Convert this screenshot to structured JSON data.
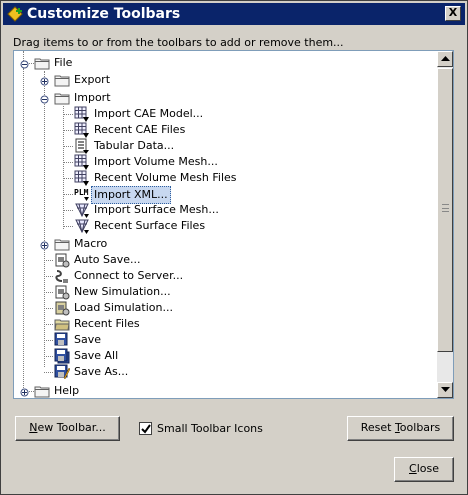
{
  "window": {
    "title": "Customize Toolbars",
    "close_glyph": "X"
  },
  "instructions": "Drag items to or from the toolbars to add or remove them...",
  "tree": {
    "items": [
      {
        "label": "File",
        "icon": "folder-icon"
      },
      {
        "label": "Export",
        "icon": "folder-icon"
      },
      {
        "label": "Import",
        "icon": "folder-icon"
      },
      {
        "label": "Import CAE Model...",
        "icon": "import-cae-icon"
      },
      {
        "label": "Recent CAE Files",
        "icon": "recent-cae-icon"
      },
      {
        "label": "Tabular Data...",
        "icon": "tabular-data-icon"
      },
      {
        "label": "Import Volume Mesh...",
        "icon": "volume-mesh-icon"
      },
      {
        "label": "Recent Volume Mesh Files",
        "icon": "recent-volume-mesh-icon"
      },
      {
        "label": "Import XML...",
        "icon": "plm-xml-icon",
        "icon_text": "PLM",
        "selected": true
      },
      {
        "label": "Import Surface Mesh...",
        "icon": "surface-mesh-icon"
      },
      {
        "label": "Recent Surface Files",
        "icon": "recent-surface-icon"
      },
      {
        "label": "Macro",
        "icon": "folder-icon"
      },
      {
        "label": "Auto Save...",
        "icon": "auto-save-icon"
      },
      {
        "label": "Connect to Server...",
        "icon": "connect-server-icon"
      },
      {
        "label": "New Simulation...",
        "icon": "new-simulation-icon"
      },
      {
        "label": "Load Simulation...",
        "icon": "load-simulation-icon"
      },
      {
        "label": "Recent Files",
        "icon": "recent-files-icon"
      },
      {
        "label": "Save",
        "icon": "save-icon"
      },
      {
        "label": "Save All",
        "icon": "save-all-icon"
      },
      {
        "label": "Save As...",
        "icon": "save-as-icon"
      },
      {
        "label": "Help",
        "icon": "folder-icon"
      }
    ]
  },
  "buttons": {
    "new_toolbar": {
      "mnemonic": "N",
      "rest": "ew Toolbar..."
    },
    "reset_toolbars": {
      "prefix": "Reset ",
      "mnemonic": "T",
      "rest": "oolbars"
    },
    "close": {
      "mnemonic": "C",
      "rest": "lose"
    }
  },
  "small_icons": {
    "label": "Small Toolbar Icons",
    "checked": true
  },
  "colors": {
    "titlebar": "#0a246a",
    "dialog_bg": "#d4d0c8",
    "selection": "#c8d8f0"
  }
}
